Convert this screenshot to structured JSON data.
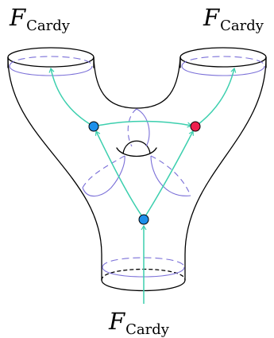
{
  "labels": {
    "top_left": {
      "symbol": "F",
      "subscript": "Cardy"
    },
    "top_right": {
      "symbol": "F",
      "subscript": "Cardy"
    },
    "bottom": {
      "symbol": "F",
      "subscript": "Cardy"
    }
  },
  "colors": {
    "outline": "#000000",
    "cycle": "#7a6fd8",
    "arrow": "#3ccfae",
    "vertex_blue": "#1e8fea",
    "vertex_red": "#ee1f4d"
  }
}
